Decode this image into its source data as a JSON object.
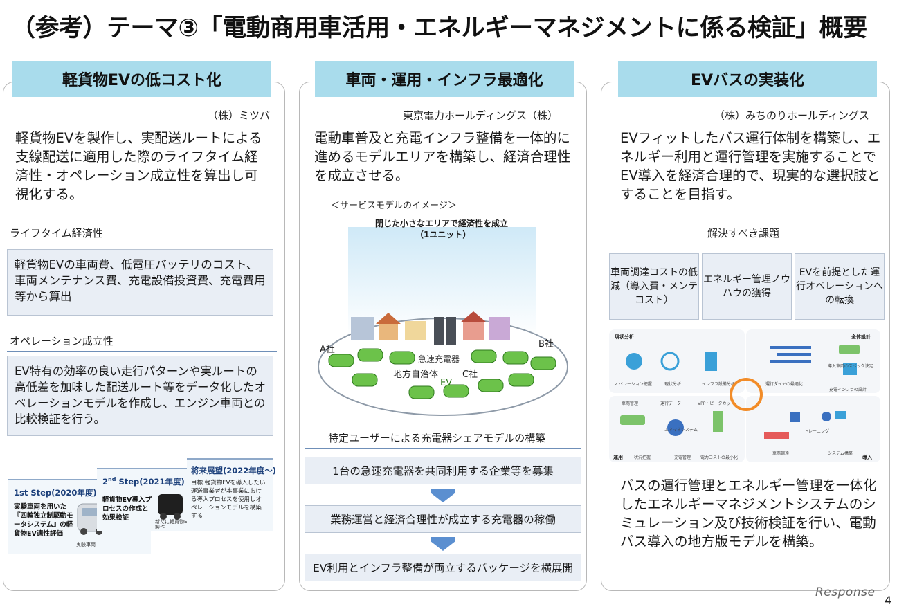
{
  "page_title": "（参考）テーマ③「電動商用車活用・エネルギーマネジメントに係る検証」概要",
  "col1": {
    "header": "軽貨物EVの低コスト化",
    "company": "（株）ミツバ",
    "lead": "軽貨物EVを製作し、実配送ルートによる支線配送に適用した際のライフタイム経済性・オペレーション成立性を算出し可視化する。",
    "sec1_label": "ライフタイム経済性",
    "sec1_text": "軽貨物EVの車両費、低電圧バッテリのコスト、車両メンテナンス費、充電設備投資費、充電費用等から算出",
    "sec2_label": "オペレーション成立性",
    "sec2_text": "EV特有の効率の良い走行パターンや実ルートの高低差を加味した配送ルート等をデータ化したオペレーションモデルを作成し、エンジン車両との比較検証を行う。",
    "step1_title": "1st Step(2020年度)",
    "step1_text": "実験車両を用いた『四輪独立制駆動モータシステム』の軽貨物EV適性評価",
    "step1_img": "実験車両",
    "step2_title_a": "2",
    "step2_title_sup": "nd",
    "step2_title_b": " Step(2021年度)",
    "step2_text": "軽貨物EV導入プロセスの作成と効果検証",
    "step2_img": "新たに軽貨物EVを製作",
    "step3_title": "将来展望(2022年度～)",
    "step3_text": "目標 軽貨物EVを導入したい運送事業者が本事業における導入プロセスを使用しオペレーションモデルを構築する"
  },
  "col2": {
    "header": "車両・運用・インフラ最適化",
    "company": "東京電力ホールディングス（株）",
    "lead": "電動車普及と充電インフラ整備を一体的に進めるモデルエリアを構築し、経済合理性を成立させる。",
    "image_caption": "＜サービスモデルのイメージ＞",
    "image_title_1": "閉じた小さなエリアで経済性を成立",
    "image_title_2": "（1ユニット）",
    "label_a": "A社",
    "label_b": "B社",
    "label_c": "C社",
    "label_charger": "急速充電器",
    "label_local": "地方自治体",
    "label_ev": "EV",
    "share_title": "特定ユーザーによる充電器シェアモデルの構築",
    "flow": [
      "1台の急速充電器を共同利用する企業等を募集",
      "業務運営と経済合理性が成立する充電器の稼働",
      "EV利用とインフラ整備が両立するパッケージを横展開"
    ]
  },
  "col3": {
    "header": "EVバスの実装化",
    "company": "（株）みちのりホールディングス",
    "lead": "EVフィットしたバス運行体制を構築し、エネルギー利用と運行管理を実施することでEV導入を経済合理的で、現実的な選択肢とすることを目指す。",
    "issues_label": "解決すべき課題",
    "issues": [
      "車両調達コストの低減（導入費・メンテコスト）",
      "エネルギー管理ノウハウの獲得",
      "EVを前提とした運行オペレーションへの転換"
    ],
    "quad_tl": "現状分析",
    "quad_tr": "全体設計",
    "quad_bl": "運用",
    "quad_br": "導入",
    "q_tl_items": [
      "オペレーション把握",
      "現状分析",
      "インフラ設備分析"
    ],
    "q_tr_items": [
      "運行ダイヤの最適化",
      "導入車両のスペック決定",
      "充電インフラの設計"
    ],
    "q_bl_items": [
      "車両管理",
      "運行データ",
      "VPP・ピークカット",
      "エネマネシステム",
      "状況把握",
      "充電管理",
      "電力コストの最小化"
    ],
    "q_br_items": [
      "トレーニング",
      "車両調達",
      "システム構築"
    ],
    "lead2": "バスの運行管理とエネルギー管理を一体化したエネルギーマネジメントシステムのシミュレーション及び技術検証を行い、電動バス導入の地方版モデルを構築。"
  },
  "footer": {
    "logo": "Response",
    "page": "4"
  },
  "colors": {
    "header_fill": "#a9dcec",
    "box_fill": "#e9eef5",
    "arrow": "#5b8fd0",
    "car_green": "#6cc24a",
    "cycle_orange": "#f28c28"
  }
}
